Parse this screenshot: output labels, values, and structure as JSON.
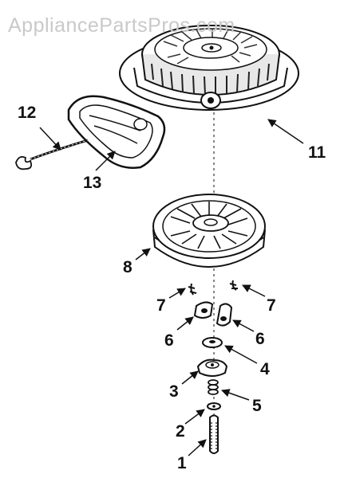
{
  "watermark": "AppliancePartsPros.com",
  "colors": {
    "line": "#111111",
    "watermark": "#c9c9c9",
    "shade": "#444444"
  },
  "diagram": {
    "parts": [
      {
        "id": "11",
        "name": "recoil-housing"
      },
      {
        "id": "12",
        "name": "starter-rope"
      },
      {
        "id": "13",
        "name": "rope-handle"
      },
      {
        "id": "8",
        "name": "pulley"
      },
      {
        "id": "7",
        "name": "spring"
      },
      {
        "id": "6",
        "name": "pawl"
      },
      {
        "id": "4",
        "name": "washer"
      },
      {
        "id": "3",
        "name": "retainer"
      },
      {
        "id": "5",
        "name": "spring-small"
      },
      {
        "id": "2",
        "name": "washer-small"
      },
      {
        "id": "1",
        "name": "pin"
      }
    ],
    "callouts": {
      "c11": "11",
      "c12": "12",
      "c13": "13",
      "c8": "8",
      "c7_left": "7",
      "c7_right": "7",
      "c6_left": "6",
      "c6_right": "6",
      "c4": "4",
      "c3": "3",
      "c5": "5",
      "c2": "2",
      "c1": "1"
    }
  }
}
